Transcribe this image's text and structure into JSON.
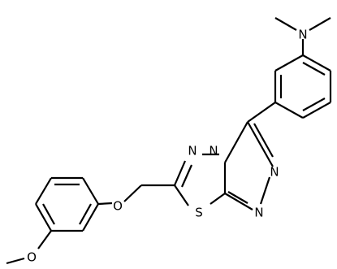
{
  "molecule": {
    "atoms": {
      "n_dimethylamino": "N",
      "n_triazole_1": "N",
      "n_triazole_2": "N",
      "n_triazole_3": "N",
      "n_thiadiazole": "N",
      "sulfur": "S",
      "o_ether": "O",
      "o_methoxy": "O"
    }
  },
  "colors": {
    "bond": "#000000",
    "label": "#000000",
    "background": "#ffffff"
  }
}
